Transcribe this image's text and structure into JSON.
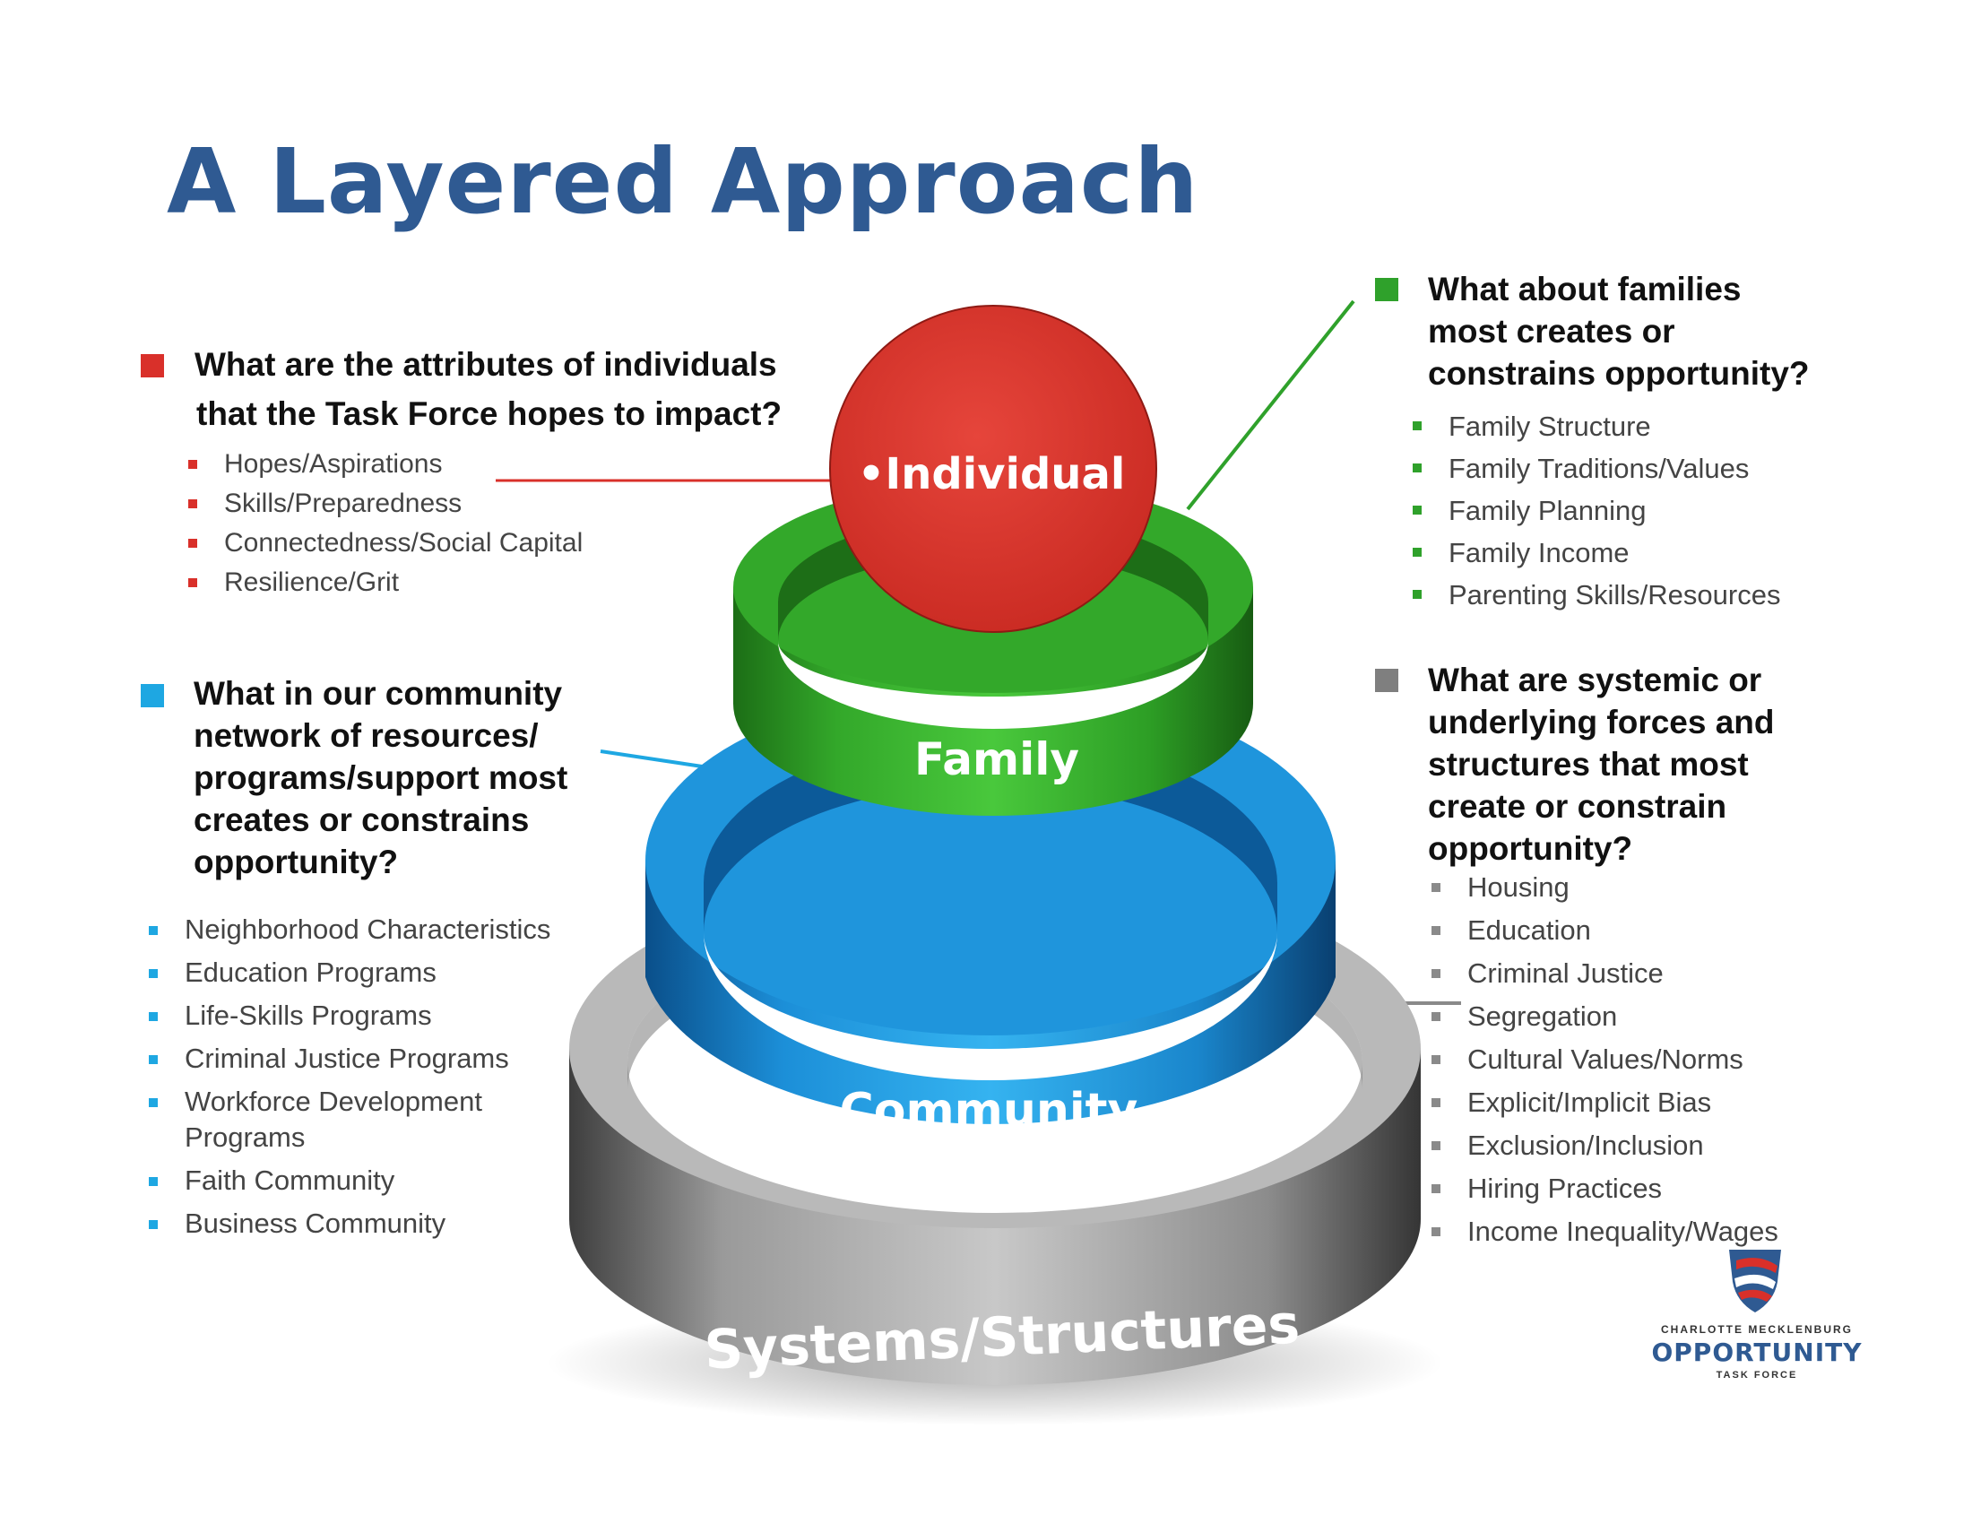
{
  "title": "A Layered Approach",
  "colors": {
    "title": "#2f5a92",
    "individual": "#d9302a",
    "family": "#2fa12b",
    "community": "#1ea7e2",
    "systems": "#8a8a8a"
  },
  "diagram": {
    "individual_label": "•Individual",
    "family_label": "Family",
    "community_label": "Community",
    "systems_label": "Systems/Structures"
  },
  "individual": {
    "question_line1": "What are the attributes of individuals",
    "question_line2": "that the Task Force hopes to impact?",
    "items": [
      "Hopes/Aspirations",
      "Skills/Preparedness",
      "Connectedness/Social Capital",
      "Resilience/Grit"
    ]
  },
  "family": {
    "question_lines": [
      "What about families",
      "most  creates or",
      "constrains opportunity?"
    ],
    "items": [
      "Family Structure",
      "Family Traditions/Values",
      "Family Planning",
      "Family Income",
      "Parenting Skills/Resources"
    ]
  },
  "community": {
    "question_lines": [
      "What in our community",
      "network of resources/",
      "programs/support most",
      "creates or constrains",
      "opportunity?"
    ],
    "items": [
      "Neighborhood Characteristics",
      "Education Programs",
      "Life-Skills Programs",
      "Criminal Justice Programs",
      "Workforce Development Programs",
      "Faith Community",
      "Business Community"
    ]
  },
  "systems": {
    "question_lines": [
      "What are systemic or",
      "underlying forces and",
      "structures that most",
      "create or constrain",
      "opportunity?"
    ],
    "items": [
      "Housing",
      "Education",
      "Criminal Justice",
      "Segregation",
      "Cultural Values/Norms",
      "Explicit/Implicit Bias",
      "Exclusion/Inclusion",
      "Hiring Practices",
      "Income Inequality/Wages"
    ]
  },
  "logo": {
    "top": "CHARLOTTE MECKLENBURG",
    "main": "OPPORTUNITY",
    "sub": "TASK FORCE"
  }
}
